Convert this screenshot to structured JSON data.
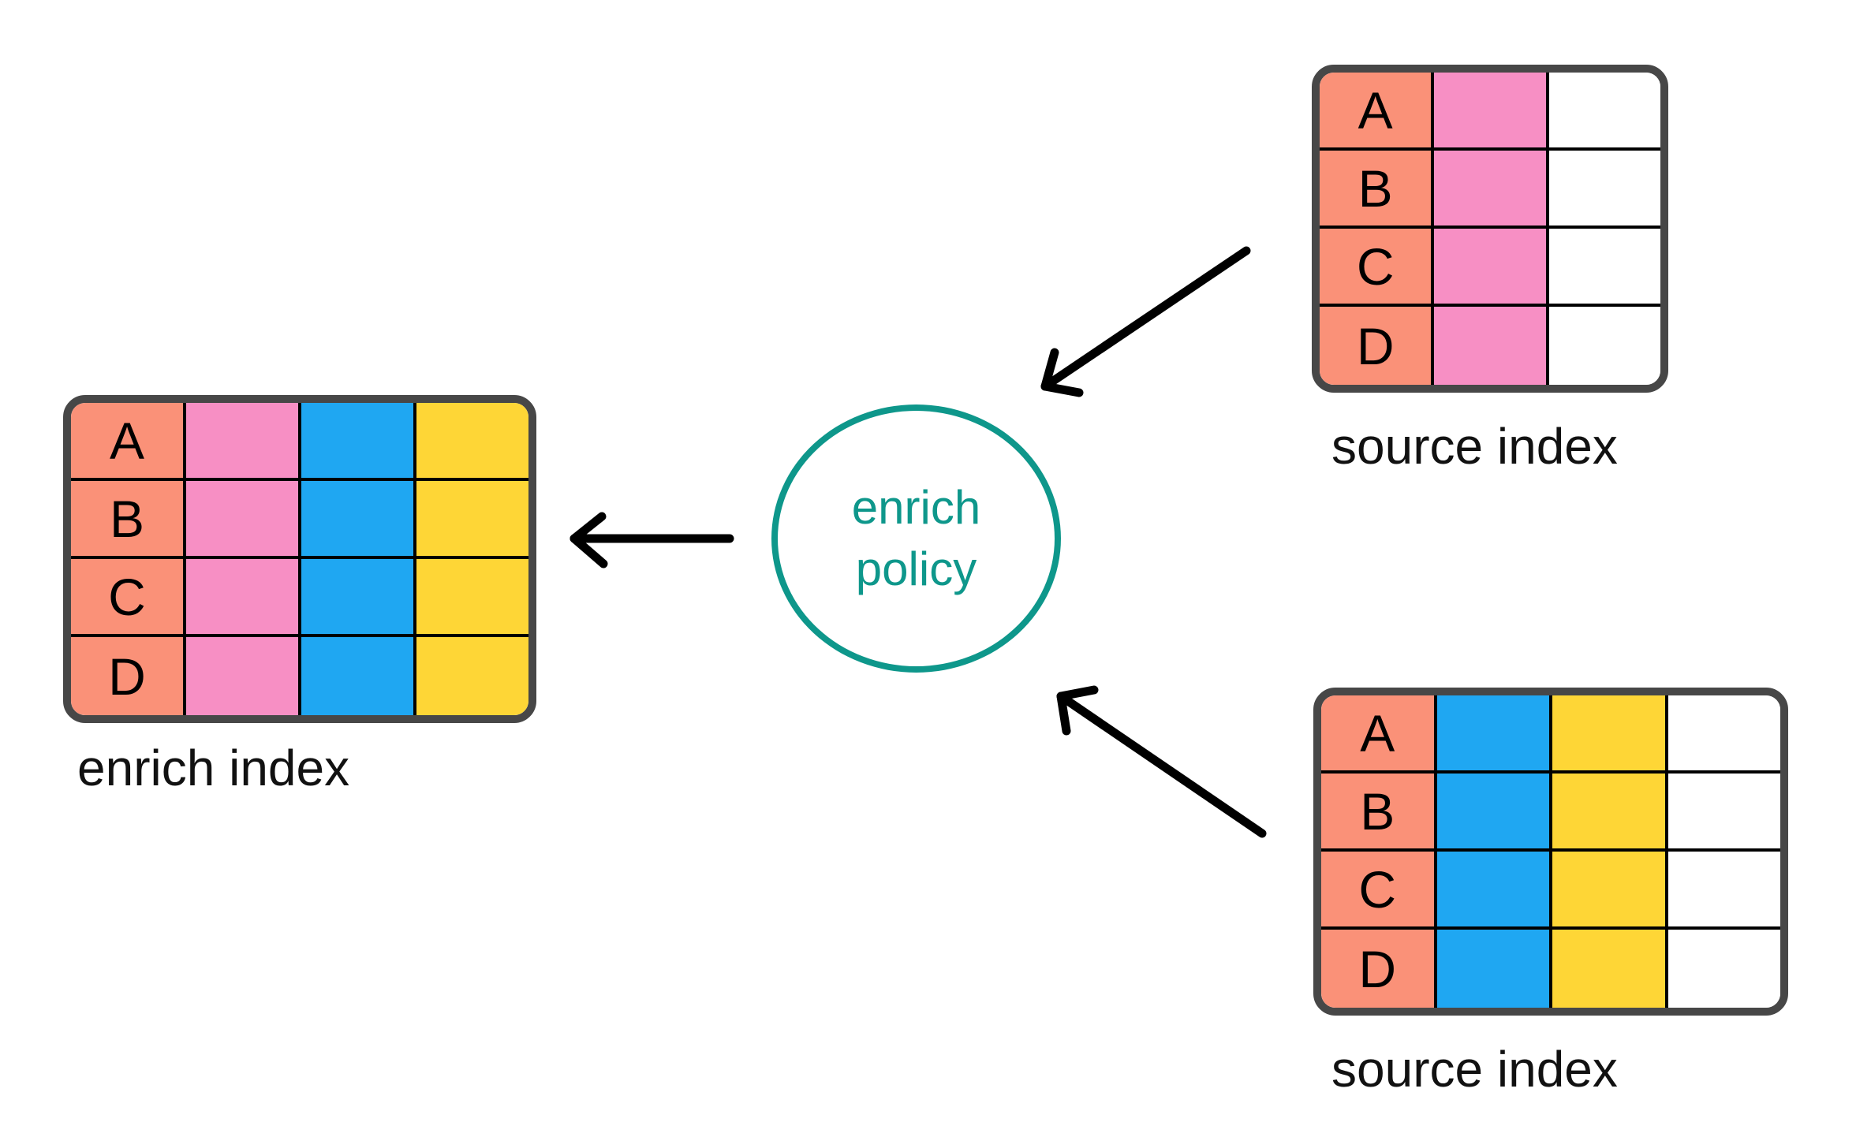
{
  "palette": {
    "salmon": "#FA9178",
    "pink": "#F78FC4",
    "blue": "#1FA7F2",
    "yellow": "#FED636",
    "white": "#FFFFFF",
    "teal": "#0E978B",
    "border_dark": "#474747",
    "grid_line": "#000000",
    "arrow": "#000000",
    "label_text": "#111111",
    "background": "#FFFFFF"
  },
  "policy_circle": {
    "line1": "enrich",
    "line2": "policy"
  },
  "tables": {
    "source_index_top": {
      "label": "source index",
      "row_letters": [
        "A",
        "B",
        "C",
        "D"
      ],
      "column_colors": [
        "salmon",
        "pink",
        "white"
      ]
    },
    "enrich_index": {
      "label": "enrich index",
      "row_letters": [
        "A",
        "B",
        "C",
        "D"
      ],
      "column_colors": [
        "salmon",
        "pink",
        "blue",
        "yellow"
      ]
    },
    "source_index_bottom": {
      "label": "source index",
      "row_letters": [
        "A",
        "B",
        "C",
        "D"
      ],
      "column_colors": [
        "salmon",
        "blue",
        "yellow",
        "white"
      ]
    }
  },
  "arrows": [
    {
      "id": "arrow-source-top-to-policy",
      "from": "source index (top)",
      "to": "enrich policy"
    },
    {
      "id": "arrow-policy-to-enrich-index",
      "from": "enrich policy",
      "to": "enrich index"
    },
    {
      "id": "arrow-source-bottom-to-policy",
      "from": "source index (bottom)",
      "to": "enrich policy"
    }
  ]
}
